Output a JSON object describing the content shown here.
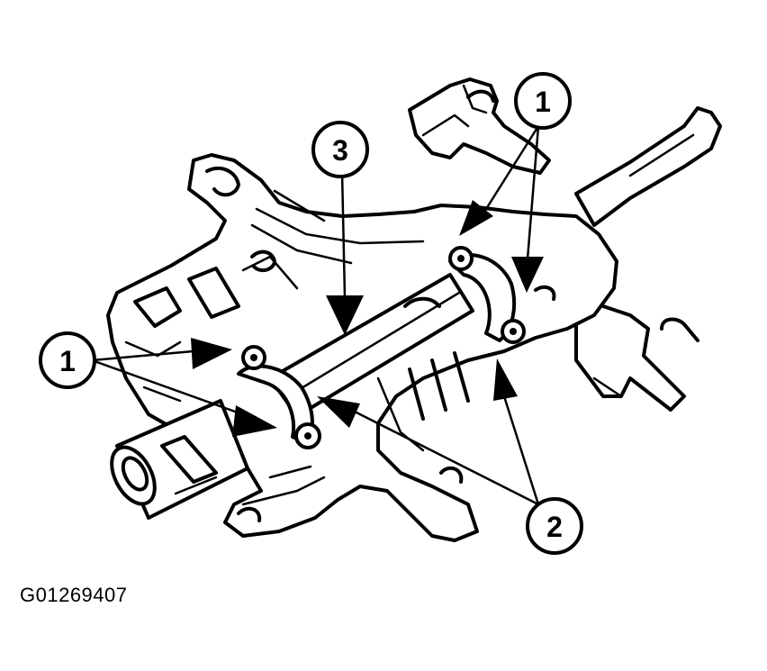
{
  "figure_id": "G01269407",
  "callouts": {
    "c1_top": "1",
    "c3": "3",
    "c1_left": "1",
    "c2": "2"
  }
}
